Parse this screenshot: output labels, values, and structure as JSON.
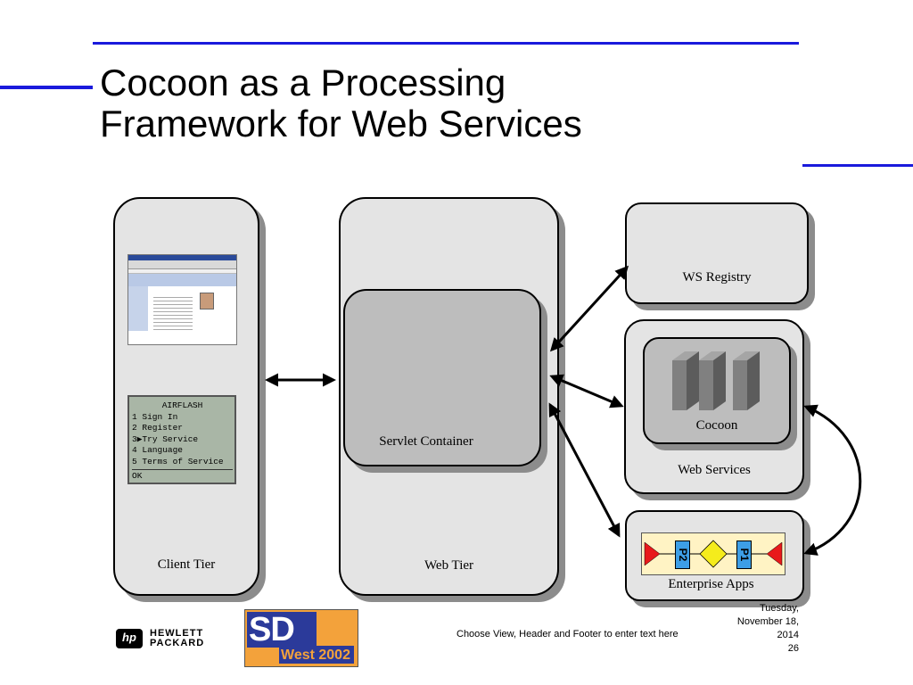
{
  "title": {
    "line1": "Cocoon as a Processing",
    "line2": "Framework for Web Services"
  },
  "diagram": {
    "client_tier": "Client Tier",
    "web_tier": "Web Tier",
    "servlet_container": "Servlet Container",
    "ws_registry": "WS Registry",
    "cocoon": "Cocoon",
    "web_services": "Web Services",
    "enterprise_apps": "Enterprise Apps",
    "pipeline_labels": [
      "P2",
      "P1"
    ],
    "airflash": {
      "header": "AIRFLASH",
      "items": [
        "1 Sign In",
        "2 Register",
        "3▶Try Service",
        "4 Language",
        "5 Terms of Service"
      ],
      "ok": "OK"
    }
  },
  "footer": {
    "center_text": "Choose View, Header and Footer to enter text here",
    "date_line1": "Tuesday,",
    "date_line2": "November 18,",
    "date_line3": "2014",
    "page_number": "26",
    "hp_line1": "HEWLETT",
    "hp_line2": "PACKARD",
    "hp_mark": "hp",
    "sd_logo": "SD",
    "sd_event": "West 2002"
  },
  "colors": {
    "accent_line": "#1a1adc",
    "tier_fill": "#e4e4e4",
    "container_fill": "#bdbdbd",
    "shadow": "#8c8c8c",
    "pipeline_red": "#e8191b",
    "pipeline_yellow": "#f5ec1c",
    "pipeline_blue": "#3d9ee6"
  }
}
